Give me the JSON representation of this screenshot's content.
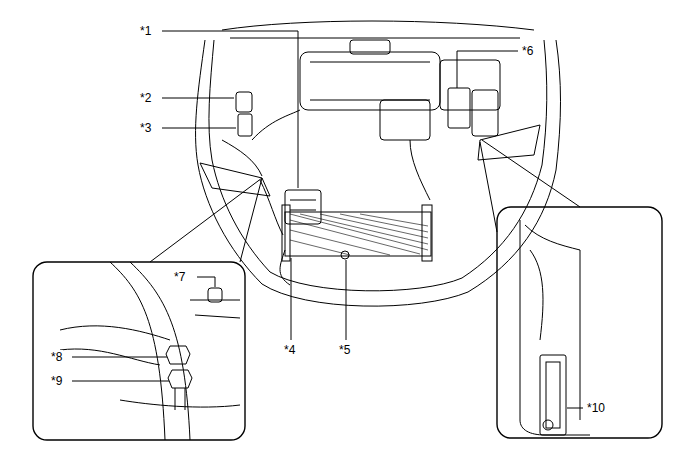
{
  "diagram": {
    "labels": [
      "*1",
      "*2",
      "*3",
      "*4",
      "*5",
      "*6",
      "*7",
      "*8",
      "*9",
      "*10"
    ]
  }
}
